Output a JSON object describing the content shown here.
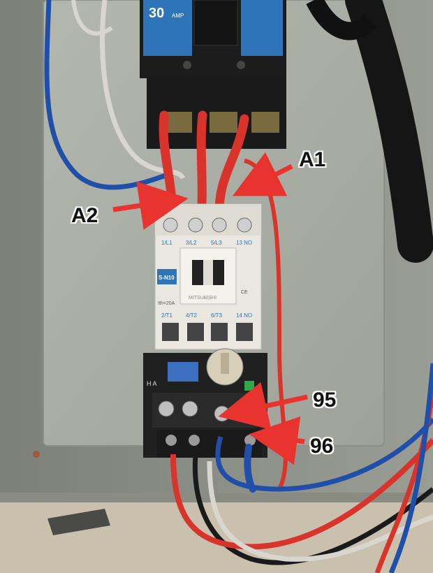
{
  "breaker": {
    "rating": "30",
    "unit": "AMP"
  },
  "contactor": {
    "model": "S-N10",
    "brand": "MITSUBISHI",
    "rating": "Ith=20A",
    "terminals_top": [
      "1/L1",
      "3/L2",
      "5/L3",
      "13 NO"
    ],
    "terminals_bottom": [
      "2/T1",
      "4/T2",
      "6/T3",
      "14 NO"
    ],
    "standard": "CE"
  },
  "overload": {
    "mode": "H A"
  },
  "annotations": {
    "a1": "A1",
    "a2": "A2",
    "t95": "95",
    "t96": "96"
  },
  "colors": {
    "panel": "#a9aea3",
    "wire_red": "#d9342b",
    "wire_blue": "#1f4fa8",
    "wire_black": "#1a1a1a",
    "wire_white": "#d8d6cf",
    "arrow": "#e8332e",
    "breaker_label": "#2d74b8"
  }
}
